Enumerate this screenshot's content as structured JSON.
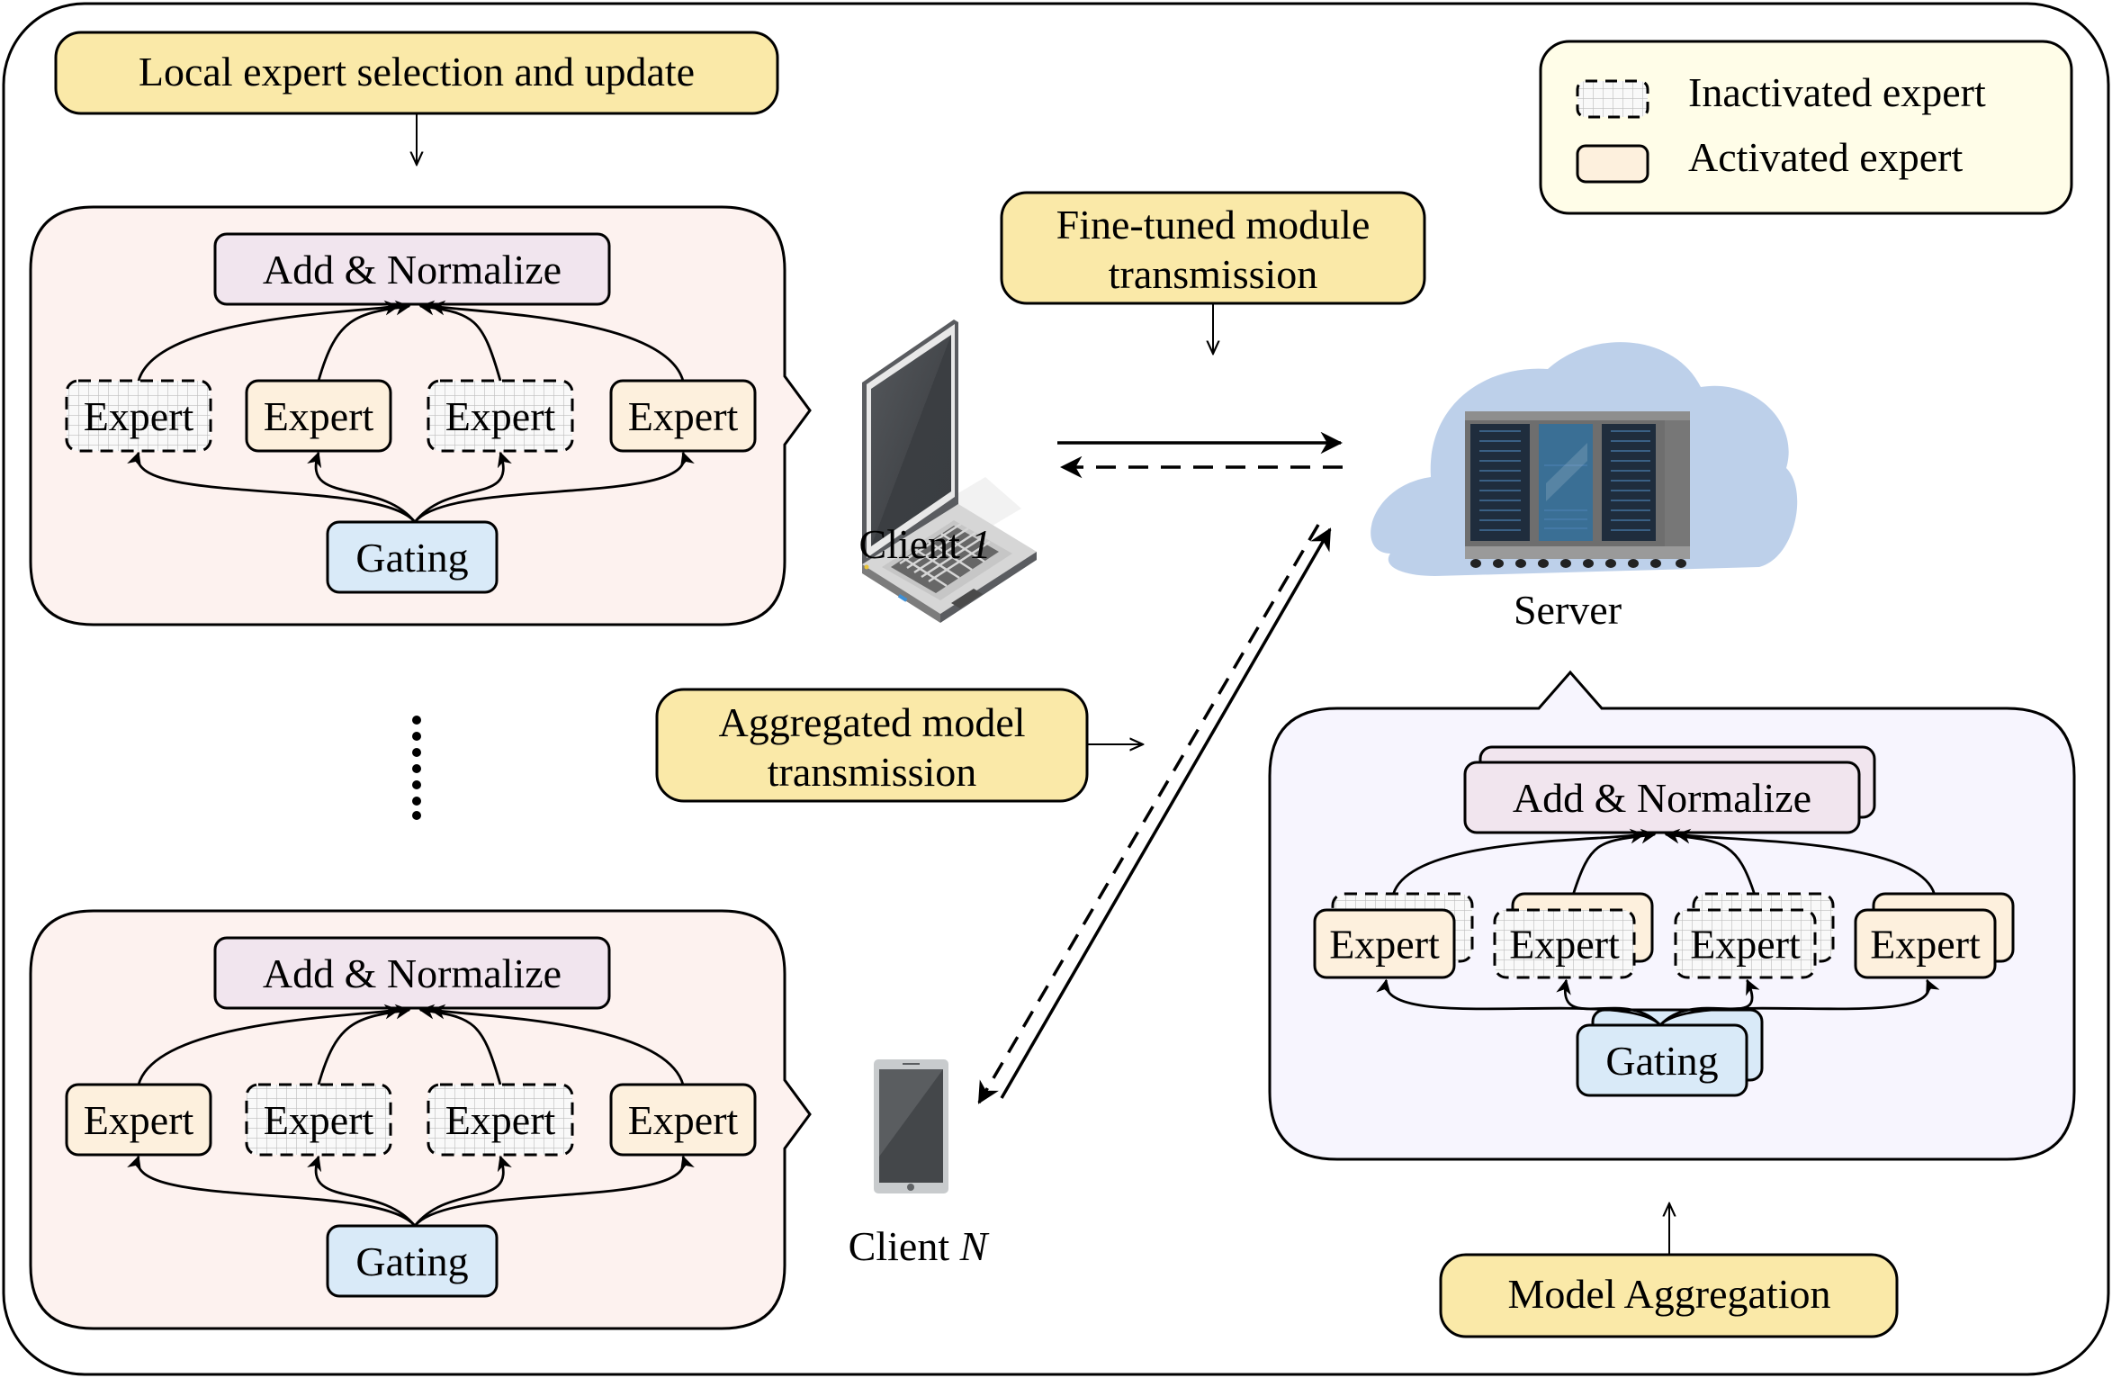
{
  "labels": {
    "local_update": "Local expert selection and update",
    "fine_tuned_line1": "Fine-tuned module",
    "fine_tuned_line2": "transmission",
    "aggregated_line1": "Aggregated model",
    "aggregated_line2": "transmission",
    "model_aggregation": "Model Aggregation"
  },
  "legend": {
    "inactivated": "Inactivated expert",
    "activated": "Activated expert"
  },
  "clients": [
    {
      "name_prefix": "Client ",
      "name_index": "1",
      "device_icon": "laptop-icon",
      "block": {
        "add_norm": "Add & Normalize",
        "gating": "Gating",
        "experts": [
          {
            "label": "Expert",
            "state": "inactivated"
          },
          {
            "label": "Expert",
            "state": "activated"
          },
          {
            "label": "Expert",
            "state": "inactivated"
          },
          {
            "label": "Expert",
            "state": "activated"
          }
        ]
      }
    },
    {
      "name_prefix": "Client ",
      "name_index": "N",
      "device_icon": "tablet-icon",
      "block": {
        "add_norm": "Add & Normalize",
        "gating": "Gating",
        "experts": [
          {
            "label": "Expert",
            "state": "activated"
          },
          {
            "label": "Expert",
            "state": "inactivated"
          },
          {
            "label": "Expert",
            "state": "inactivated"
          },
          {
            "label": "Expert",
            "state": "activated"
          }
        ]
      }
    }
  ],
  "server": {
    "name": "Server",
    "device_icon": "server-rack-icon",
    "block": {
      "add_norm": "Add & Normalize",
      "gating": "Gating",
      "experts": [
        {
          "label": "Expert",
          "state": "activated",
          "back_state": "inactivated"
        },
        {
          "label": "Expert",
          "state": "inactivated",
          "back_state": "activated"
        },
        {
          "label": "Expert",
          "state": "inactivated",
          "back_state": "inactivated"
        },
        {
          "label": "Expert",
          "state": "activated",
          "back_state": "activated"
        }
      ]
    }
  },
  "colors": {
    "label_fill": "#fae9a8",
    "legend_fill": "#fffde8",
    "client_fill": "#fdf2ef",
    "server_fill": "#f7f5fe",
    "add_norm_fill": "#f1e5ee",
    "gating_fill": "#d9eaf8",
    "activated_fill": "#fdf0dd",
    "inactivated_fill": "#f8f8f8",
    "cloud_fill": "#bdd0ea"
  }
}
